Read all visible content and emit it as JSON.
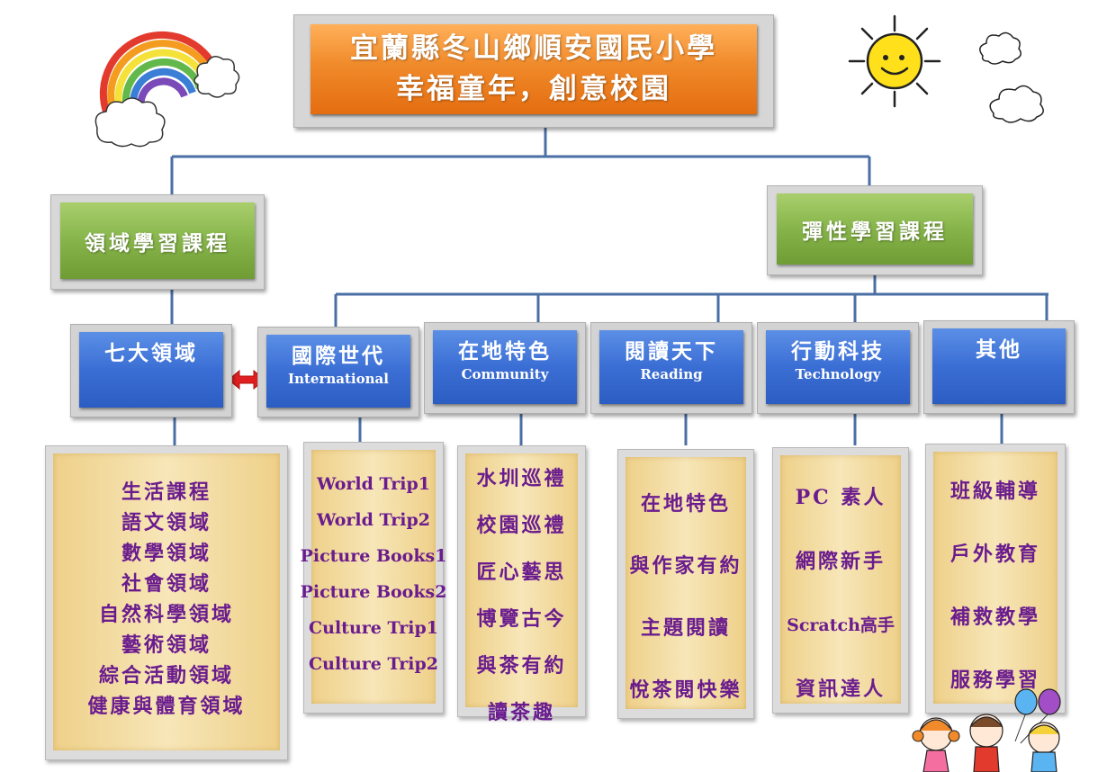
{
  "title": {
    "line1": "宜蘭縣冬山鄉順安國民小學",
    "line2": "幸福童年，創意校園"
  },
  "branches": {
    "left": "領域學習課程",
    "right": "彈性學習課程"
  },
  "categories": [
    {
      "title": "七大領域",
      "subtitle": ""
    },
    {
      "title": "國際世代",
      "subtitle": "International"
    },
    {
      "title": "在地特色",
      "subtitle": "Community"
    },
    {
      "title": "閱讀天下",
      "subtitle": "Reading"
    },
    {
      "title": "行動科技",
      "subtitle": "Technology"
    },
    {
      "title": "其他",
      "subtitle": ""
    }
  ],
  "lists": [
    [
      "生活課程",
      "語文領域",
      "數學領域",
      "社會領域",
      "自然科學領域",
      "藝術領域",
      "綜合活動領域",
      "健康與體育領域"
    ],
    [
      "World Trip1",
      "World Trip2",
      "Picture Books1",
      "Picture Books2",
      "Culture Trip1",
      "Culture Trip2"
    ],
    [
      "水圳巡禮",
      "校園巡禮",
      "匠心藝思",
      "博覽古今",
      "與茶有約",
      "讀茶趣"
    ],
    [
      "在地特色",
      "與作家有約",
      "主題閱讀",
      "悅茶閱快樂"
    ],
    [
      "PC 素人",
      "網際新手",
      "Scratch高手",
      "資訊達人"
    ],
    [
      "班級輔導",
      "戶外教育",
      "補救教學",
      "服務學習"
    ]
  ],
  "colors": {
    "connector": "#4a6fa5",
    "title_box": "#f08a2a",
    "branch_box": "#86b44a",
    "category_box": "#3b6ed4",
    "list_box": "#f2dca0",
    "list_text": "#6a1c8e",
    "arrow": "#e02020"
  },
  "decorations": [
    "rainbow-icon",
    "sun-icon",
    "cloud-icon",
    "children-balloons-icon"
  ]
}
